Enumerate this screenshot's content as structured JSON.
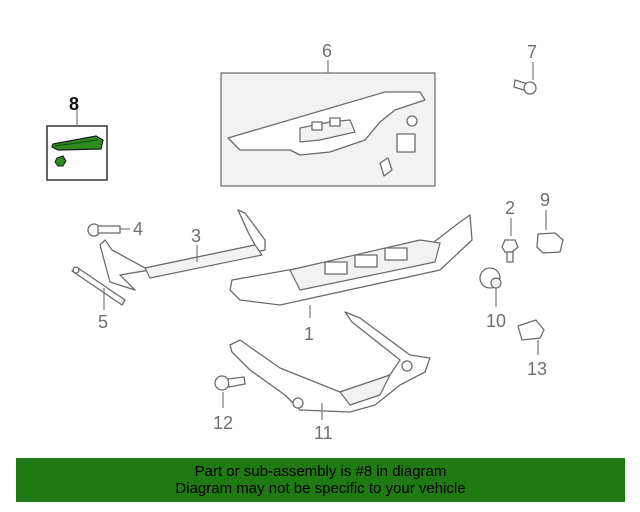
{
  "callouts": {
    "c1": "1",
    "c2": "2",
    "c3": "3",
    "c4": "4",
    "c5": "5",
    "c6": "6",
    "c7": "7",
    "c8": "8",
    "c9": "9",
    "c10": "10",
    "c11": "11",
    "c12": "12",
    "c13": "13"
  },
  "highlighted_part": "8",
  "banner": {
    "line1": "Part or sub-assembly is #8 in diagram",
    "line2": "Diagram may not be specific to your vehicle"
  },
  "colors": {
    "banner_bg": "#1f7a14",
    "highlight_fill": "#2f8a1f",
    "line_gray": "#6b6b6b"
  }
}
